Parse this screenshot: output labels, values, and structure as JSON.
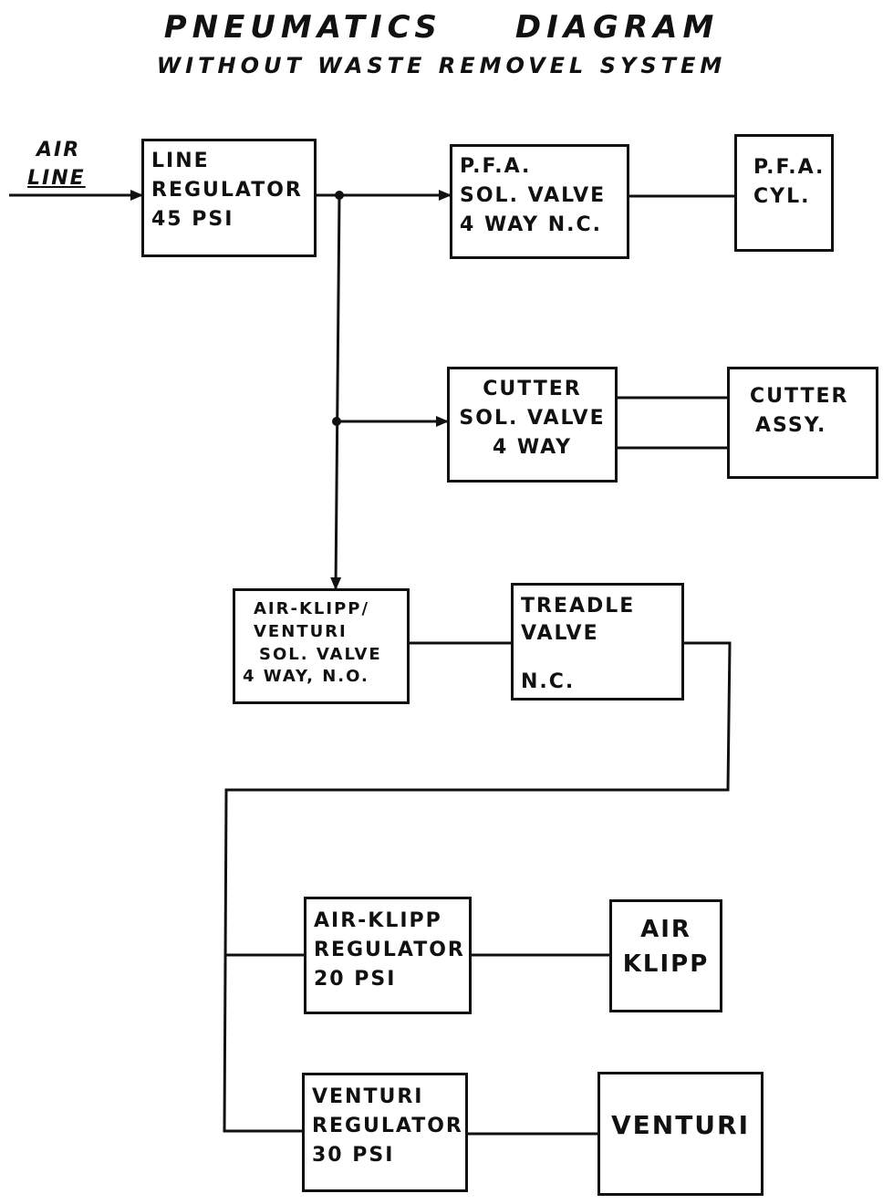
{
  "title": {
    "main_part1": "PNEUMATICS",
    "main_part2": "DIAGRAM",
    "subtitle": "WITHOUT WASTE REMOVEL SYSTEM"
  },
  "inputs": {
    "air_line": [
      "AIR",
      "LINE"
    ]
  },
  "blocks": {
    "line_regulator": [
      "LINE",
      "REGULATOR",
      "45 PSI"
    ],
    "pfa_valve": [
      "P.F.A.",
      "SOL. VALVE",
      "4 WAY  N.C."
    ],
    "pfa_cyl": [
      "P.F.A.",
      "CYL."
    ],
    "cutter_valve": [
      "CUTTER",
      "SOL. VALVE",
      "4 WAY"
    ],
    "cutter_assy": [
      "CUTTER",
      "ASSY."
    ],
    "air_klipp_venturi_valve": [
      "AIR-KLIPP/",
      "VENTURI",
      "SOL. VALVE",
      "4 WAY, N.O."
    ],
    "treadle_valve": [
      "TREADLE",
      "VALVE",
      "",
      "N.C."
    ],
    "air_klipp_regulator": [
      "AIR-KLIPP",
      "REGULATOR",
      "20 PSI"
    ],
    "air_klipp": [
      "AIR",
      "KLIPP"
    ],
    "venturi_regulator": [
      "VENTURI",
      "REGULATOR",
      "30 PSI"
    ],
    "venturi": [
      "VENTURI"
    ]
  },
  "style": {
    "ink": "#111111",
    "paper": "#ffffff"
  }
}
